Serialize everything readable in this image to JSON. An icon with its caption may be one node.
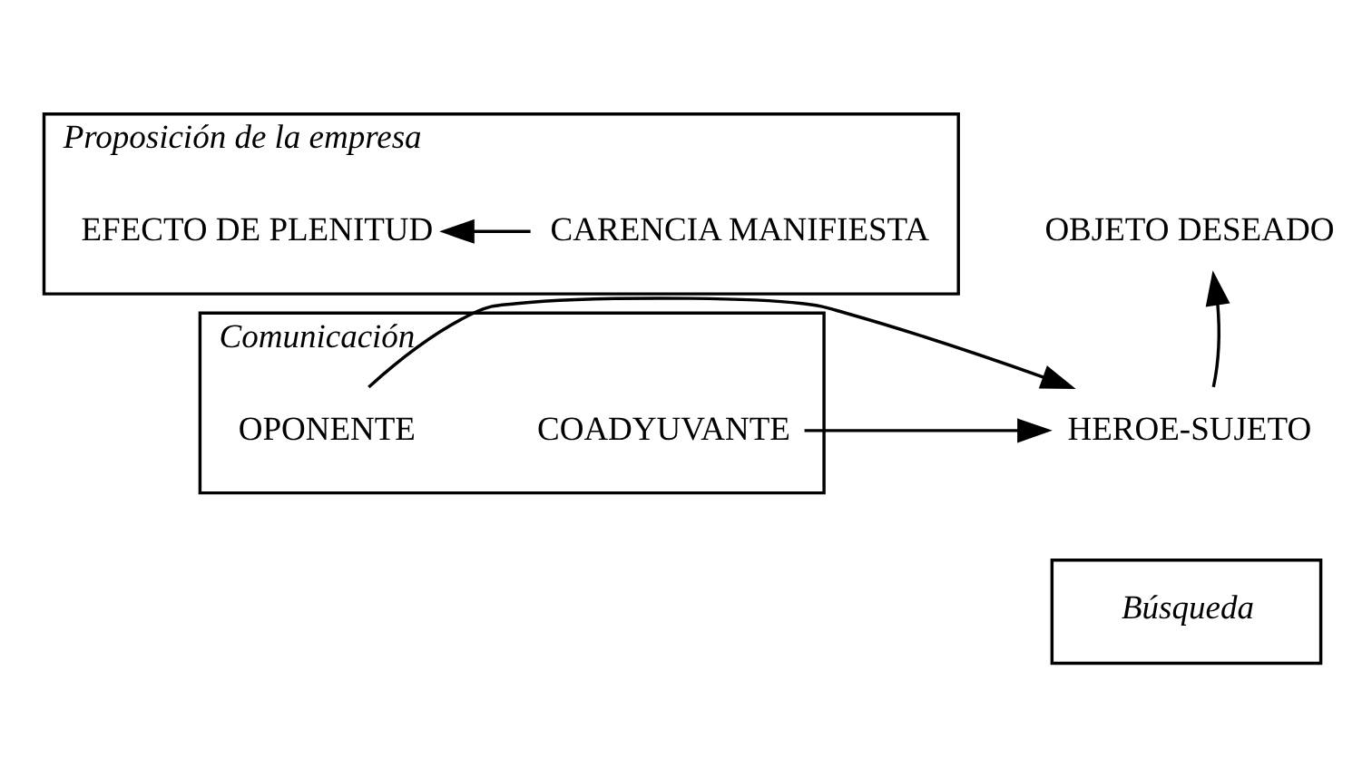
{
  "diagram": {
    "nodes": [
      {
        "text": [
          "Proposición de la empresa"
        ]
      },
      {
        "text": [
          "CARENCIA MANIFIESTA"
        ],
        "in": 0
      },
      {
        "text": [
          "OBJETO DESEADO"
        ]
      },
      {
        "text": [
          "EFECTO DE PLENITUD"
        ],
        "in": 0
      },
      {
        "text": [
          "Comunicación"
        ]
      },
      {
        "text": [
          "COADYUVANTE"
        ],
        "in": 4
      },
      {
        "text": [
          "HEROE-SUJETO"
        ]
      },
      {
        "text": [
          "OPONENTE"
        ],
        "in": 4
      },
      {
        "text": [
          "Búsqueda"
        ]
      }
    ],
    "edges": [
      {
        "from": 1,
        "to": 3,
        "arrow": "to"
      },
      {
        "from": 6,
        "to": 2,
        "arrow": "to"
      },
      {
        "from": 5,
        "to": 6,
        "arrow": "to"
      },
      {
        "from": 7,
        "to": 6,
        "arrow": "to"
      }
    ]
  }
}
